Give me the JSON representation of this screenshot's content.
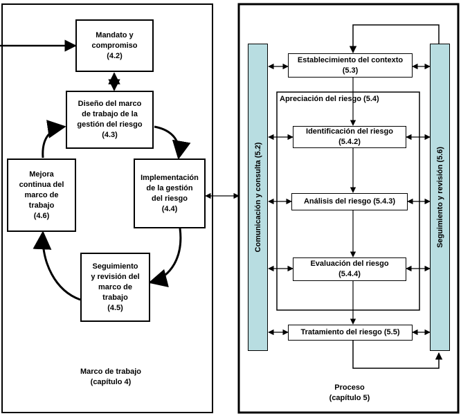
{
  "framework": {
    "mandate": {
      "title": "Mandato y\ncompromiso",
      "ref": "(4.2)"
    },
    "design": {
      "title": "Diseño del marco\nde trabajo de la\ngestión del riesgo",
      "ref": "(4.3)"
    },
    "implementation": {
      "title": "Implementación\nde la gestión\ndel riesgo",
      "ref": "(4.4)"
    },
    "monitoring": {
      "title": "Seguimiento\ny revisión del\nmarco de\ntrabajo",
      "ref": "(4.5)"
    },
    "improvement": {
      "title": "Mejora\ncontinua del\nmarco de\ntrabajo",
      "ref": "(4.6)"
    },
    "caption": "Marco de trabajo\n(capítulo 4)"
  },
  "process": {
    "communication": "Comunicación y consulta (5.2)",
    "monitoring": "Seguimiento y revisión (5.6)",
    "context": {
      "title": "Establecimiento del contexto",
      "ref": "(5.3)"
    },
    "assessment_title": "Apreciación del riesgo (5.4)",
    "identification": {
      "title": "Identificación del riesgo",
      "ref": "(5.4.2)"
    },
    "analysis": {
      "title": "Análisis del riesgo (5.4.3)"
    },
    "evaluation": {
      "title": "Evaluación del riesgo",
      "ref": "(5.4.4)"
    },
    "treatment": {
      "title": "Tratamiento del riesgo (5.5)"
    },
    "caption": "Proceso\n(capítulo 5)"
  },
  "colors": {
    "bar_fill": "#b8dde1",
    "line": "#000000"
  }
}
